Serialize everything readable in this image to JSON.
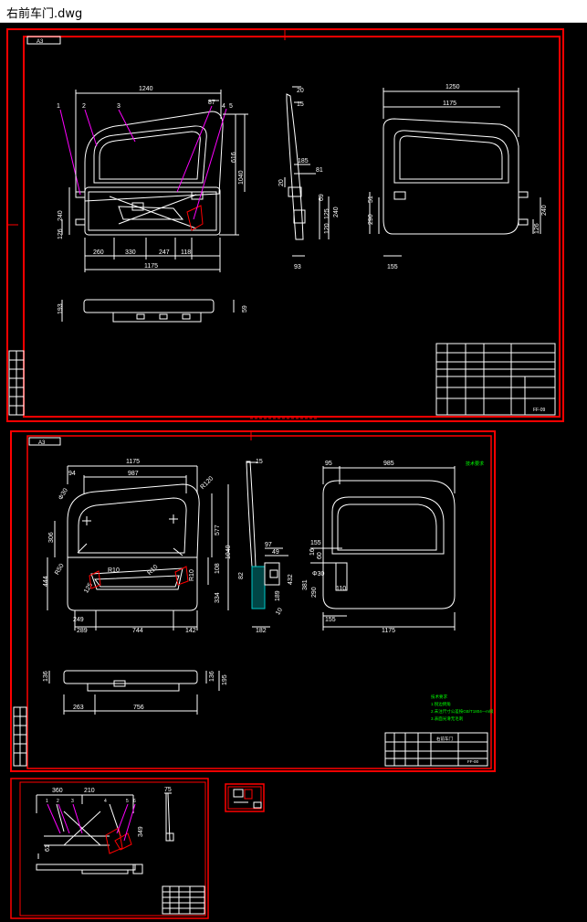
{
  "window": {
    "title": "右前车门.dwg"
  },
  "colors": {
    "frame": "#ff0000",
    "line": "#ffffff",
    "dim": "#ffffff",
    "leader": "#ff00ff",
    "note": "#00ff00",
    "hatch": "#00c8c8"
  },
  "sheet1": {
    "tag": "A3",
    "dims": {
      "w1240": "1240",
      "d87": "87",
      "d4": "4",
      "d5": "5",
      "d616": "616",
      "d1040": "1040",
      "d240": "240",
      "d126": "126",
      "d260": "260",
      "d330": "330",
      "d247": "247",
      "d118": "118",
      "d1175": "1175",
      "s20": "20",
      "s15": "15",
      "s185": "185",
      "s81": "81",
      "s20b": "20",
      "s125": "125",
      "s69": "69",
      "s240": "240",
      "s120": "120",
      "s93": "93",
      "r1250": "1250",
      "r1175": "1175",
      "r51": "51",
      "r290": "290",
      "r240": "240",
      "r126": "126",
      "r155": "155",
      "b193": "193",
      "b59": "59",
      "p1": "1",
      "p2": "2",
      "p3": "3"
    },
    "title_block": {
      "code": "FF-09"
    }
  },
  "sheet2": {
    "tag": "A3",
    "note_tag": "技术要求",
    "notes": [
      "技术要求",
      "1.锐边倒角",
      "2.未注尺寸公差按GB/T1804—m级",
      "3.表面光滑无毛刺"
    ],
    "dims": {
      "d1175": "1175",
      "d94": "94",
      "d987": "987",
      "r120": "R120",
      "r30": "Φ30",
      "d306": "306",
      "d577": "577",
      "d1040": "1040",
      "d444": "444",
      "d108": "108",
      "r50": "R50",
      "d334": "334",
      "d125": "125",
      "r10a": "R10",
      "r10b": "R10",
      "r10c": "R10",
      "d249": "249",
      "d289": "289",
      "d744": "744",
      "d142": "142",
      "s15": "15",
      "s97": "97",
      "s49": "49",
      "s82": "82",
      "s189": "189",
      "s432": "432",
      "s182": "182",
      "s10": "10",
      "r95": "95",
      "r985": "985",
      "r155a": "155",
      "r16": "16",
      "r60": "60",
      "r381": "381",
      "r290": "290",
      "r110": "110",
      "r155b": "155",
      "r1175": "1175",
      "b136a": "136",
      "b136b": "136",
      "b195": "195",
      "b263": "263",
      "b756": "756"
    },
    "title_block": {
      "name": "右前车门",
      "code": "FF-00"
    }
  },
  "sheet3": {
    "dims": {
      "d360": "360",
      "d210": "210",
      "d75": "75",
      "d1": "1",
      "d2": "2",
      "d3": "3",
      "d4": "4",
      "d5": "5",
      "d6": "6",
      "d349": "349",
      "d61": "61"
    }
  }
}
